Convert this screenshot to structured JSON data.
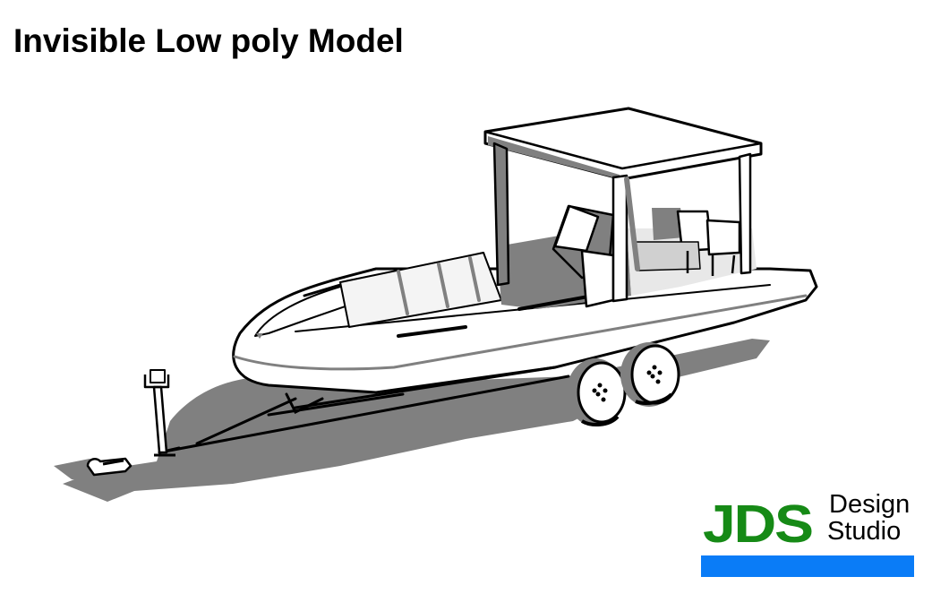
{
  "page": {
    "title": "Invisible Low poly Model"
  },
  "render": {
    "subject": "Center-console boat on tandem-axle trailer",
    "style": "black outline, flat white surfaces, gray cast shadows",
    "colors": {
      "outline": "#000000",
      "surface": "#ffffff",
      "shadow": "#808080"
    }
  },
  "logo": {
    "mark": "JDS",
    "line1": "Design",
    "line2": "Studio",
    "colors": {
      "mark": "#168a16",
      "text": "#000000",
      "bar": "#0a7cf7"
    }
  }
}
